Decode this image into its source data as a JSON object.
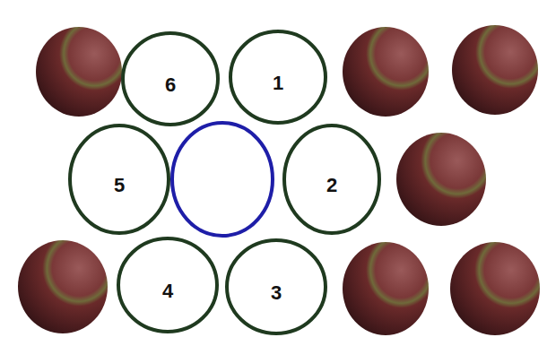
{
  "diagram": {
    "nodes": [
      {
        "text": [
          "6"
        ]
      },
      {
        "text": [
          "1"
        ]
      },
      {
        "text": [
          "5"
        ]
      },
      {
        "text": [
          "2"
        ]
      },
      {
        "text": [
          "4"
        ]
      },
      {
        "text": [
          "3"
        ]
      }
    ]
  }
}
